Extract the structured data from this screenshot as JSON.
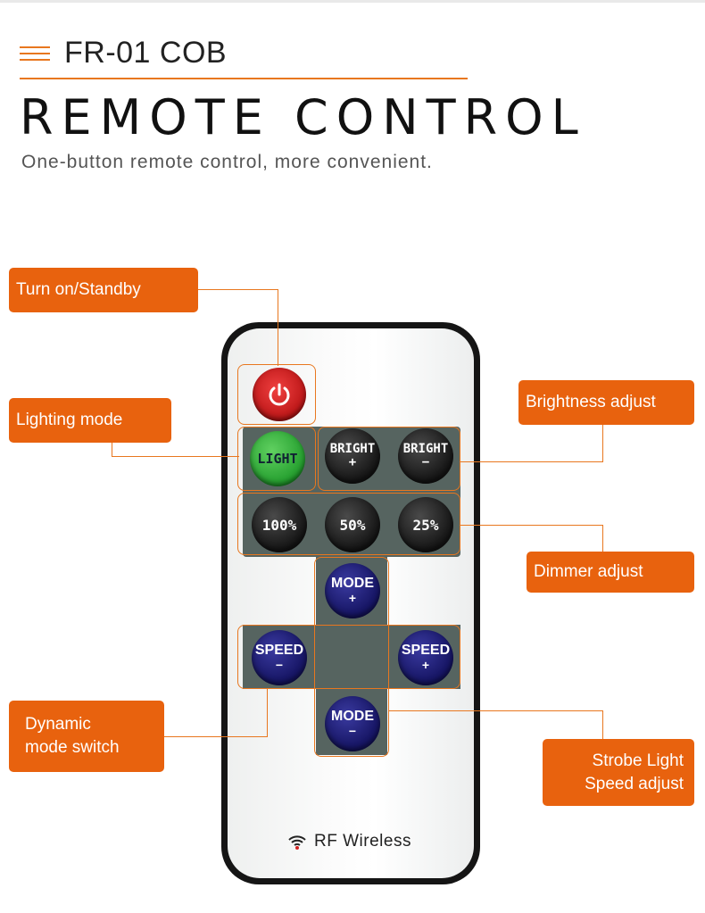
{
  "header": {
    "model": "FR-01 COB",
    "title": "REMOTE CONTROL",
    "subtitle": "One-button remote control, more convenient."
  },
  "callouts": {
    "power": "Turn on/Standby",
    "lighting_mode": "Lighting mode",
    "brightness": "Brightness adjust",
    "dimmer": "Dimmer adjust",
    "dynamic": "Dynamic\nmode switch",
    "strobe": "Strobe Light\nSpeed adjust"
  },
  "buttons": {
    "light": "LIGHT",
    "bright_plus_top": "BRIGHT",
    "bright_plus_sign": "+",
    "bright_minus_top": "BRIGHT",
    "bright_minus_sign": "−",
    "p100": "100%",
    "p50": "50%",
    "p25": "25%",
    "mode_plus_top": "MODE",
    "mode_plus_sign": "+",
    "mode_minus_top": "MODE",
    "mode_minus_sign": "−",
    "speed_minus_top": "SPEED",
    "speed_minus_sign": "−",
    "speed_plus_top": "SPEED",
    "speed_plus_sign": "+"
  },
  "brand": {
    "text": "RF Wireless",
    "icon": "wifi-icon"
  },
  "colors": {
    "accent": "#e8620e",
    "power_button": "#d42020",
    "light_button": "#3cb043",
    "mode_speed_buttons": "#1f1d72"
  }
}
